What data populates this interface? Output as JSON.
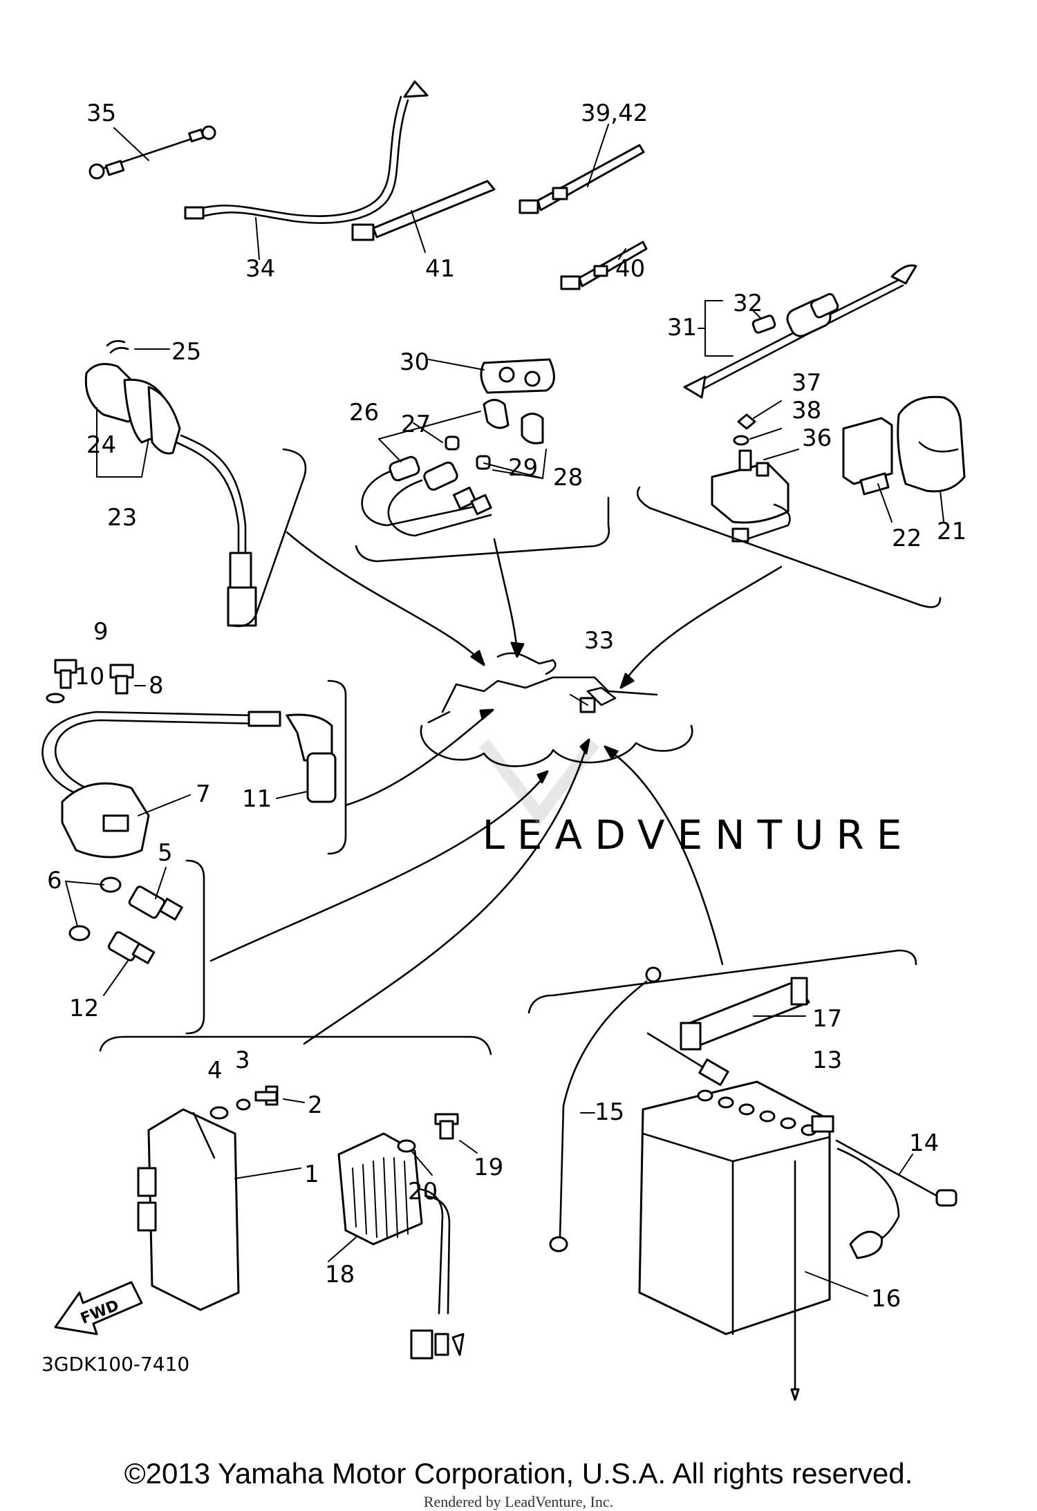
{
  "diagram": {
    "drawing_code": "3GDK100-7410",
    "fwd_label": "FWD",
    "watermark": "LEADVENTURE",
    "callouts": [
      "1",
      "2",
      "3",
      "4",
      "5",
      "6",
      "7",
      "8",
      "9",
      "10",
      "11",
      "12",
      "13",
      "14",
      "15",
      "16",
      "17",
      "18",
      "19",
      "20",
      "21",
      "22",
      "23",
      "24",
      "25",
      "26",
      "27",
      "28",
      "29",
      "30",
      "31",
      "32",
      "33",
      "34",
      "35",
      "36",
      "37",
      "38",
      "39,42",
      "40",
      "41"
    ]
  },
  "footer": {
    "copyright": "©2013 Yamaha Motor Corporation, U.S.A. All rights reserved.",
    "rendered_by": "Rendered by LeadVenture, Inc."
  }
}
